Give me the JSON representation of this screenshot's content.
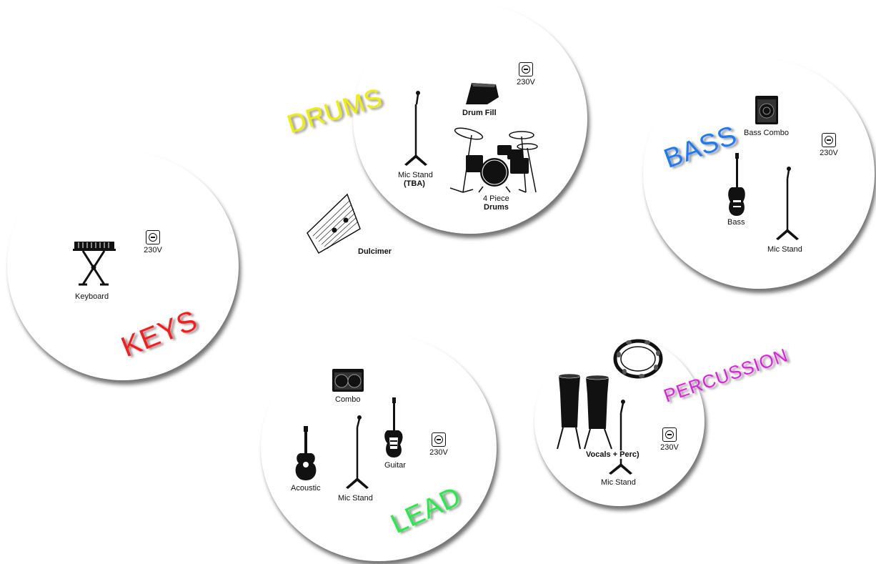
{
  "zones": {
    "keys": {
      "label": "KEYS",
      "color": "#ff1a1a"
    },
    "drums": {
      "label": "DRUMS",
      "color": "#f2ee00"
    },
    "bass": {
      "label": "BASS",
      "color": "#1a7bff"
    },
    "lead": {
      "label": "LEAD",
      "color": "#22ee44"
    },
    "percussion": {
      "label": "PERCUSSION",
      "color": "#e51ce5"
    }
  },
  "items": {
    "keyboard": "Keyboard",
    "mic_stand_tba_1": "Mic Stand",
    "mic_stand_tba_2": "(TBA)",
    "drum_fill": "Drum Fill",
    "drums_1": "4 Piece",
    "drums_2": "Drums",
    "dulcimer": "Dulcimer",
    "bass_combo": "Bass Combo",
    "bass": "Bass",
    "bass_mic_stand": "Mic Stand",
    "combo": "Combo",
    "acoustic": "Acoustic",
    "lead_mic_stand": "Mic Stand",
    "guitar": "Guitar",
    "vocals_perc": "Vocals + Perc)",
    "perc_mic_stand": "Mic Stand"
  },
  "power": {
    "voltage": "230V"
  },
  "icons": [
    "keyboard-icon",
    "mic-stand-icon",
    "monitor-wedge-icon",
    "drum-kit-icon",
    "dulcimer-icon",
    "bass-amp-icon",
    "bass-guitar-icon",
    "guitar-combo-icon",
    "acoustic-guitar-icon",
    "electric-guitar-icon",
    "congas-icon",
    "tambourine-icon",
    "power-outlet-icon"
  ]
}
